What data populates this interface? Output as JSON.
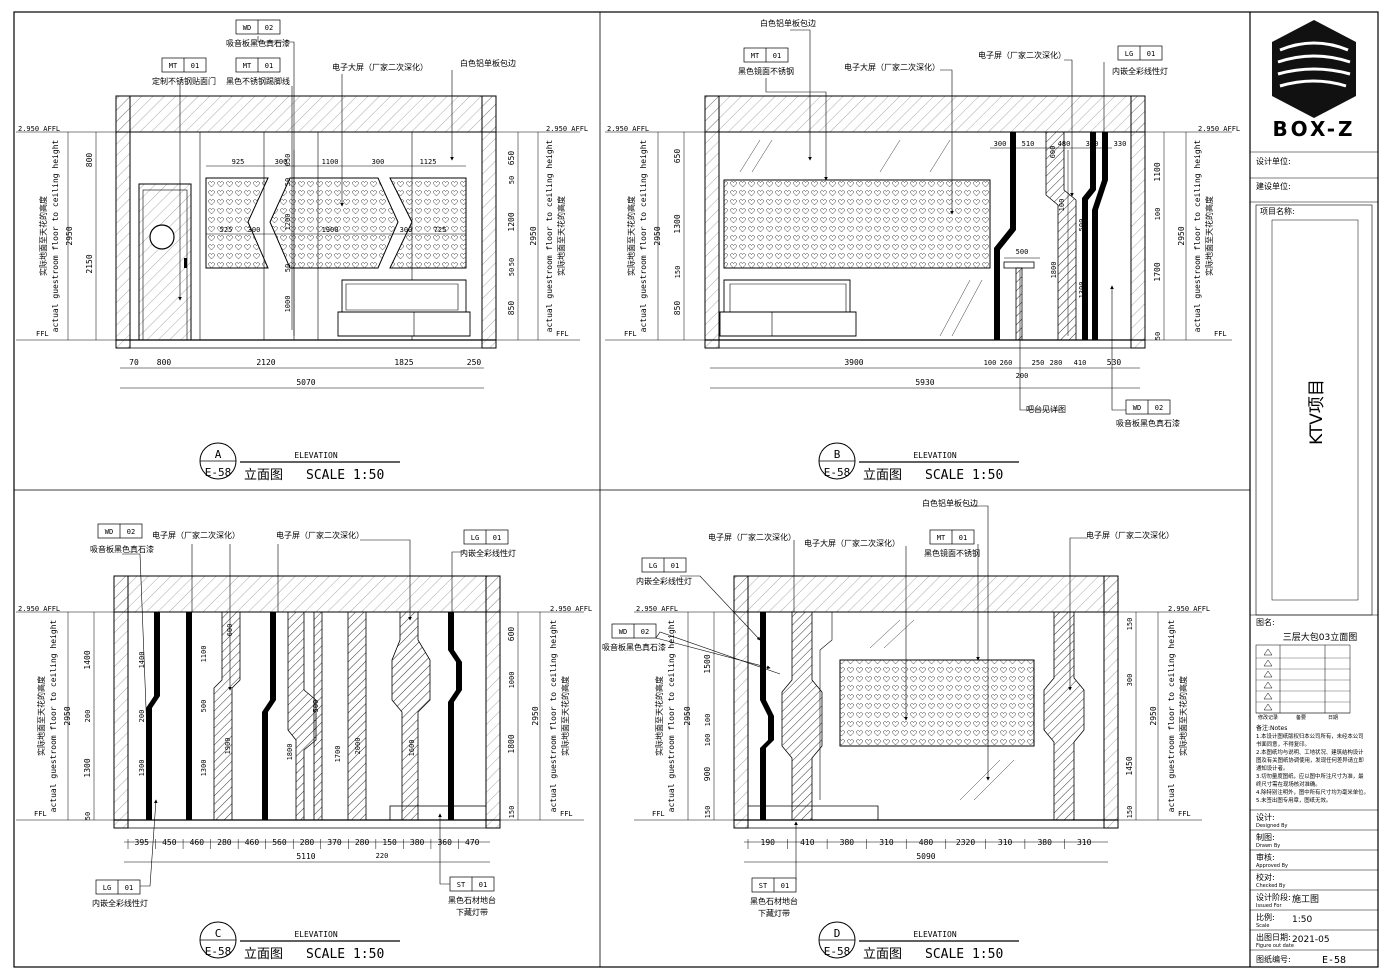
{
  "title_block": {
    "logo_text": "BOX-Z",
    "designer_unit_label": "设计单位:",
    "client_unit_label": "建设单位:",
    "project_name_label": "项目名称:",
    "project_name": "KTV项目",
    "revision_label": "修改记录",
    "revision_col2": "备要",
    "revision_col3": "日期",
    "drawing_name_label": "图名:",
    "drawing_name": "三层大包03立面图",
    "notes_label": "备注:Notes",
    "notes": [
      "1.本设计图纸版权归本公司所有，未经本公司",
      "书面同意，不得复印。",
      "2.本图纸均与说明、工地状况、建筑结构设计",
      "图及有关图纸协调使用，发现任何差异请立即",
      "通知设计者。",
      "3.切勿量度图纸，应以图中所注尺寸为准，最",
      "终尺寸需在现场核对准确。",
      "4.除特别注明外，图中所有尺寸均为毫米单位。",
      "5.未签出图专用章，图纸无效。"
    ],
    "design_label": "设计:",
    "design_en": "Designed By",
    "drawn_label": "制图:",
    "drawn_en": "Drawn By",
    "approved_label": "审核:",
    "approved_en": "Approved By",
    "checked_label": "校对:",
    "checked_en": "Checked By",
    "stage_label": "设计阶段:",
    "stage_en": "Issued For",
    "stage_value": "施工图",
    "scale_label": "比例:",
    "scale_en": "Scale",
    "scale_value": "1:50",
    "date_label": "出图日期:",
    "date_en": "Figure out date",
    "date_value": "2021-05",
    "sheet_no_label": "图纸编号:",
    "sheet_no": "E-58"
  },
  "panels": {
    "A": {
      "letter": "A",
      "sheet": "E-58",
      "elevation": "ELEVATION",
      "caption": "立面图",
      "scale": "SCALE 1:50"
    },
    "B": {
      "letter": "B",
      "sheet": "E-58",
      "elevation": "ELEVATION",
      "caption": "立面图",
      "scale": "SCALE 1:50"
    },
    "C": {
      "letter": "C",
      "sheet": "E-58",
      "elevation": "ELEVATION",
      "caption": "立面图",
      "scale": "SCALE 1:50"
    },
    "D": {
      "letter": "D",
      "sheet": "E-58",
      "elevation": "ELEVATION",
      "caption": "立面图",
      "scale": "SCALE 1:50"
    }
  },
  "common": {
    "affl": "2.950 AFFL",
    "ffl": "FFL",
    "height_cn": "实际地面至天花的高度",
    "height_en": "actual guestroom floor to ceiling height"
  },
  "panel_a": {
    "tags": [
      {
        "code": "WD",
        "no": "02",
        "desc": "吸音板黑色真石漆"
      },
      {
        "code": "MT",
        "no": "01",
        "desc": "定制不锈钢贴面门"
      },
      {
        "code": "MT",
        "no": "01",
        "desc": "黑色不锈钢踢脚线"
      }
    ],
    "notes": [
      "电子大屏（厂家二次深化）",
      "白色铝单板包边"
    ],
    "h_dims": [
      "70",
      "800",
      "2120",
      "1825",
      "250"
    ],
    "total": "5070",
    "left_dims": [
      "800",
      "2150"
    ],
    "right_dims": [
      "650",
      "50",
      "1200",
      "50",
      "50",
      "850"
    ],
    "height": "2950",
    "top_dims": [
      "925",
      "300",
      "1100",
      "300",
      "1125"
    ],
    "mid_dims": [
      "525",
      "300",
      "1900",
      "300",
      "725"
    ],
    "v_inner": [
      "650",
      "50",
      "1200",
      "50",
      "1000"
    ]
  },
  "panel_b": {
    "tags": [
      {
        "code": "MT",
        "no": "01",
        "desc": "黑色镜面不锈钢"
      },
      {
        "code": "LG",
        "no": "01",
        "desc": "内嵌全彩线性灯"
      },
      {
        "code": "WD",
        "no": "02",
        "desc": "吸音板黑色真石漆"
      }
    ],
    "notes": [
      "白色铝单板包边",
      "电子大屏（厂家二次深化）",
      "电子屏（厂家二次深化）",
      "吧台见详图"
    ],
    "h_dims": [
      "3900",
      "100",
      "260",
      "250",
      "280",
      "410",
      "530"
    ],
    "total": "5930",
    "sub": "200",
    "left_dims": [
      "650",
      "1300",
      "150",
      "850"
    ],
    "right_dims": [
      "1100",
      "100",
      "1700",
      "50"
    ],
    "height": "2950",
    "top_dims": [
      "300",
      "510",
      "480",
      "310",
      "330"
    ],
    "bar_dim": "500",
    "v_inner": [
      "600",
      "100",
      "500",
      "1800",
      "1300"
    ]
  },
  "panel_c": {
    "tags": [
      {
        "code": "WD",
        "no": "02",
        "desc": "吸音板黑色真石漆"
      },
      {
        "code": "LG",
        "no": "01",
        "desc": "内嵌全彩线性灯"
      },
      {
        "code": "LG",
        "no": "01",
        "desc": "内嵌全彩线性灯"
      },
      {
        "code": "ST",
        "no": "01",
        "desc": "黑色石材地台"
      }
    ],
    "notes": [
      "电子屏（厂家二次深化）",
      "电子屏（厂家二次深化）",
      "下藏灯带"
    ],
    "h_dims": [
      "395",
      "450",
      "460",
      "280",
      "460",
      "560",
      "280",
      "370",
      "280",
      "150",
      "380",
      "360",
      "470"
    ],
    "total": "5110",
    "sub": "220",
    "left_dims": [
      "1400",
      "200",
      "1300",
      "50"
    ],
    "right_dims": [
      "600",
      "1000",
      "1800",
      "150"
    ],
    "height": "2950",
    "v_inner": [
      "1400",
      "200",
      "1300",
      "1100",
      "500",
      "1900",
      "600",
      "1300",
      "1800",
      "500",
      "1700",
      "2000",
      "1600"
    ]
  },
  "panel_d": {
    "tags": [
      {
        "code": "LG",
        "no": "01",
        "desc": "内嵌全彩线性灯"
      },
      {
        "code": "WD",
        "no": "02",
        "desc": "吸音板黑色真石漆"
      },
      {
        "code": "MT",
        "no": "01",
        "desc": "黑色镜面不锈钢"
      },
      {
        "code": "ST",
        "no": "01",
        "desc": "黑色石材地台"
      }
    ],
    "notes": [
      "电子屏（厂家二次深化）",
      "电子大屏（厂家二次深化）",
      "白色铝单板包边",
      "电子屏（厂家二次深化）",
      "下藏灯带"
    ],
    "h_dims": [
      "190",
      "410",
      "380",
      "310",
      "480",
      "2320",
      "310",
      "380",
      "310"
    ],
    "total": "5090",
    "left_dims": [
      "1500",
      "100",
      "100",
      "900",
      "150"
    ],
    "right_dims": [
      "150",
      "300",
      "1450",
      "150"
    ],
    "height": "2950"
  }
}
